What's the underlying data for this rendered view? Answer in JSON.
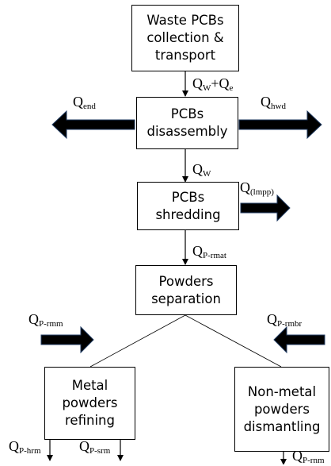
{
  "boxes": {
    "collection": "Waste PCBs\ncollection &\ntransport",
    "disassembly": "PCBs\ndisassembly",
    "shredding": "PCBs\nshredding",
    "separation": "Powders\nseparation",
    "metal_refining": "Metal\npowders\nrefining",
    "nonmetal_dismantling": "Non-metal\npowders\ndismantling"
  },
  "flows": {
    "qw_qe": {
      "base1": "Q",
      "sub1": "W",
      "mid": "+Q",
      "sub2": "e"
    },
    "q_end": {
      "base": "Q",
      "sub": "end"
    },
    "q_hwd": {
      "base": "Q",
      "sub": "hwd"
    },
    "q_w": {
      "base": "Q",
      "sub": "W"
    },
    "q_lmpp": {
      "base": "Q",
      "sub": "(lmpp)"
    },
    "q_prmat": {
      "base": "Q",
      "sub": "P-rmat"
    },
    "q_prmm": {
      "base": "Q",
      "sub": "P-rmm"
    },
    "q_prmbr": {
      "base": "Q",
      "sub": "P-rmbr"
    },
    "q_phrm": {
      "base": "Q",
      "sub": "P-hrm"
    },
    "q_psrm": {
      "base": "Q",
      "sub": "P-srm"
    },
    "q_prnm": {
      "base": "Q",
      "sub": "P-rnm"
    }
  },
  "colors": {
    "line": "#000000",
    "thick_arrow": "#000000",
    "arrow_outline": "#1f3a60"
  }
}
